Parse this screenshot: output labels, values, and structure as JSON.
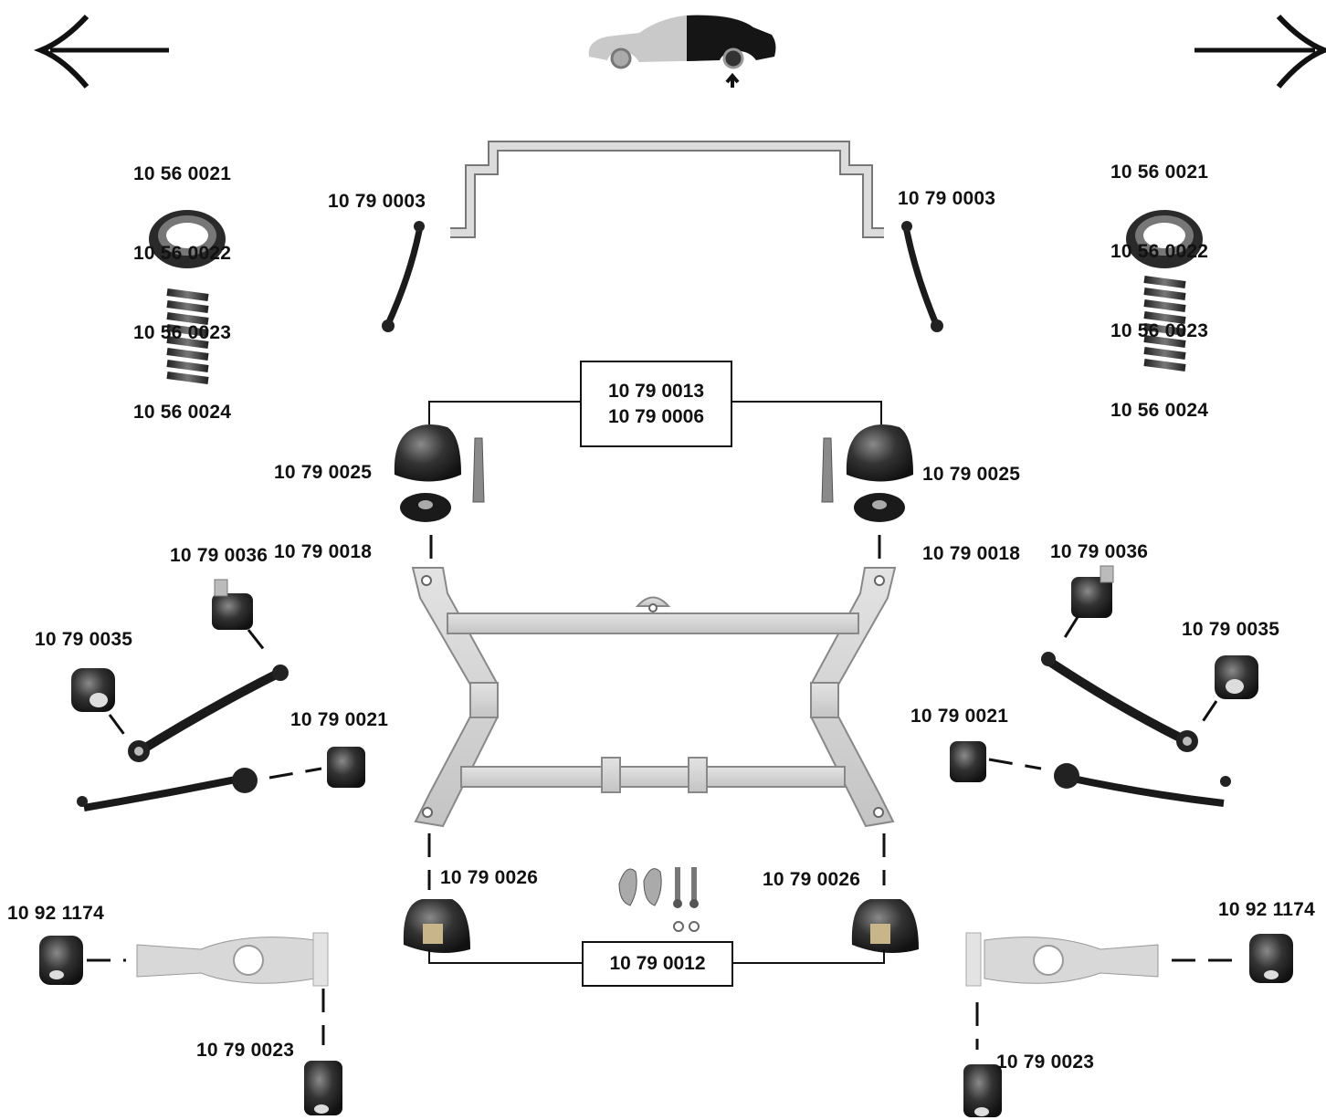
{
  "navigation": {
    "back_icon": "arrow-left-icon",
    "forward_icon": "arrow-right-icon",
    "position_icon": "car-rear-axle-icon"
  },
  "labels": {
    "top_left_mount_group": [
      "10 56 0021",
      "10 56 0022",
      "10 56 0023",
      "10 56 0024"
    ],
    "top_right_mount_group": [
      "10 56 0021",
      "10 56 0022",
      "10 56 0023",
      "10 56 0024"
    ],
    "stabilizer_link_left": "10 79 0003",
    "stabilizer_link_right": "10 79 0003",
    "subframe_kit_box": [
      "10 79 0013",
      "10 79 0006"
    ],
    "subframe_mount_left": [
      "10 79 0025",
      "10 79 0018"
    ],
    "subframe_mount_right": [
      "10 79 0025",
      "10 79 0018"
    ],
    "upper_bush_left": "10 79 0036",
    "upper_bush_right": "10 79 0036",
    "arm_bush_left": "10 79 0035",
    "arm_bush_right": "10 79 0035",
    "track_rod_bush_left": "10 79 0021",
    "track_rod_bush_right": "10 79 0021",
    "rear_mount_left": "10 79 0026",
    "rear_mount_right": "10 79 0026",
    "rear_mount_kit_box": "10 79 0012",
    "wishbone_bush_left": "10 92 1174",
    "wishbone_bush_right": "10 92 1174",
    "wishbone_rear_bush_left": "10 79 0023",
    "wishbone_rear_bush_right": "10 79 0023"
  },
  "colors": {
    "ink": "#111111",
    "frame_fill": "#d4d4d4",
    "frame_stroke": "#7a7a7a",
    "rubber": "#1f1f1f",
    "rubber_mid": "#555555"
  }
}
